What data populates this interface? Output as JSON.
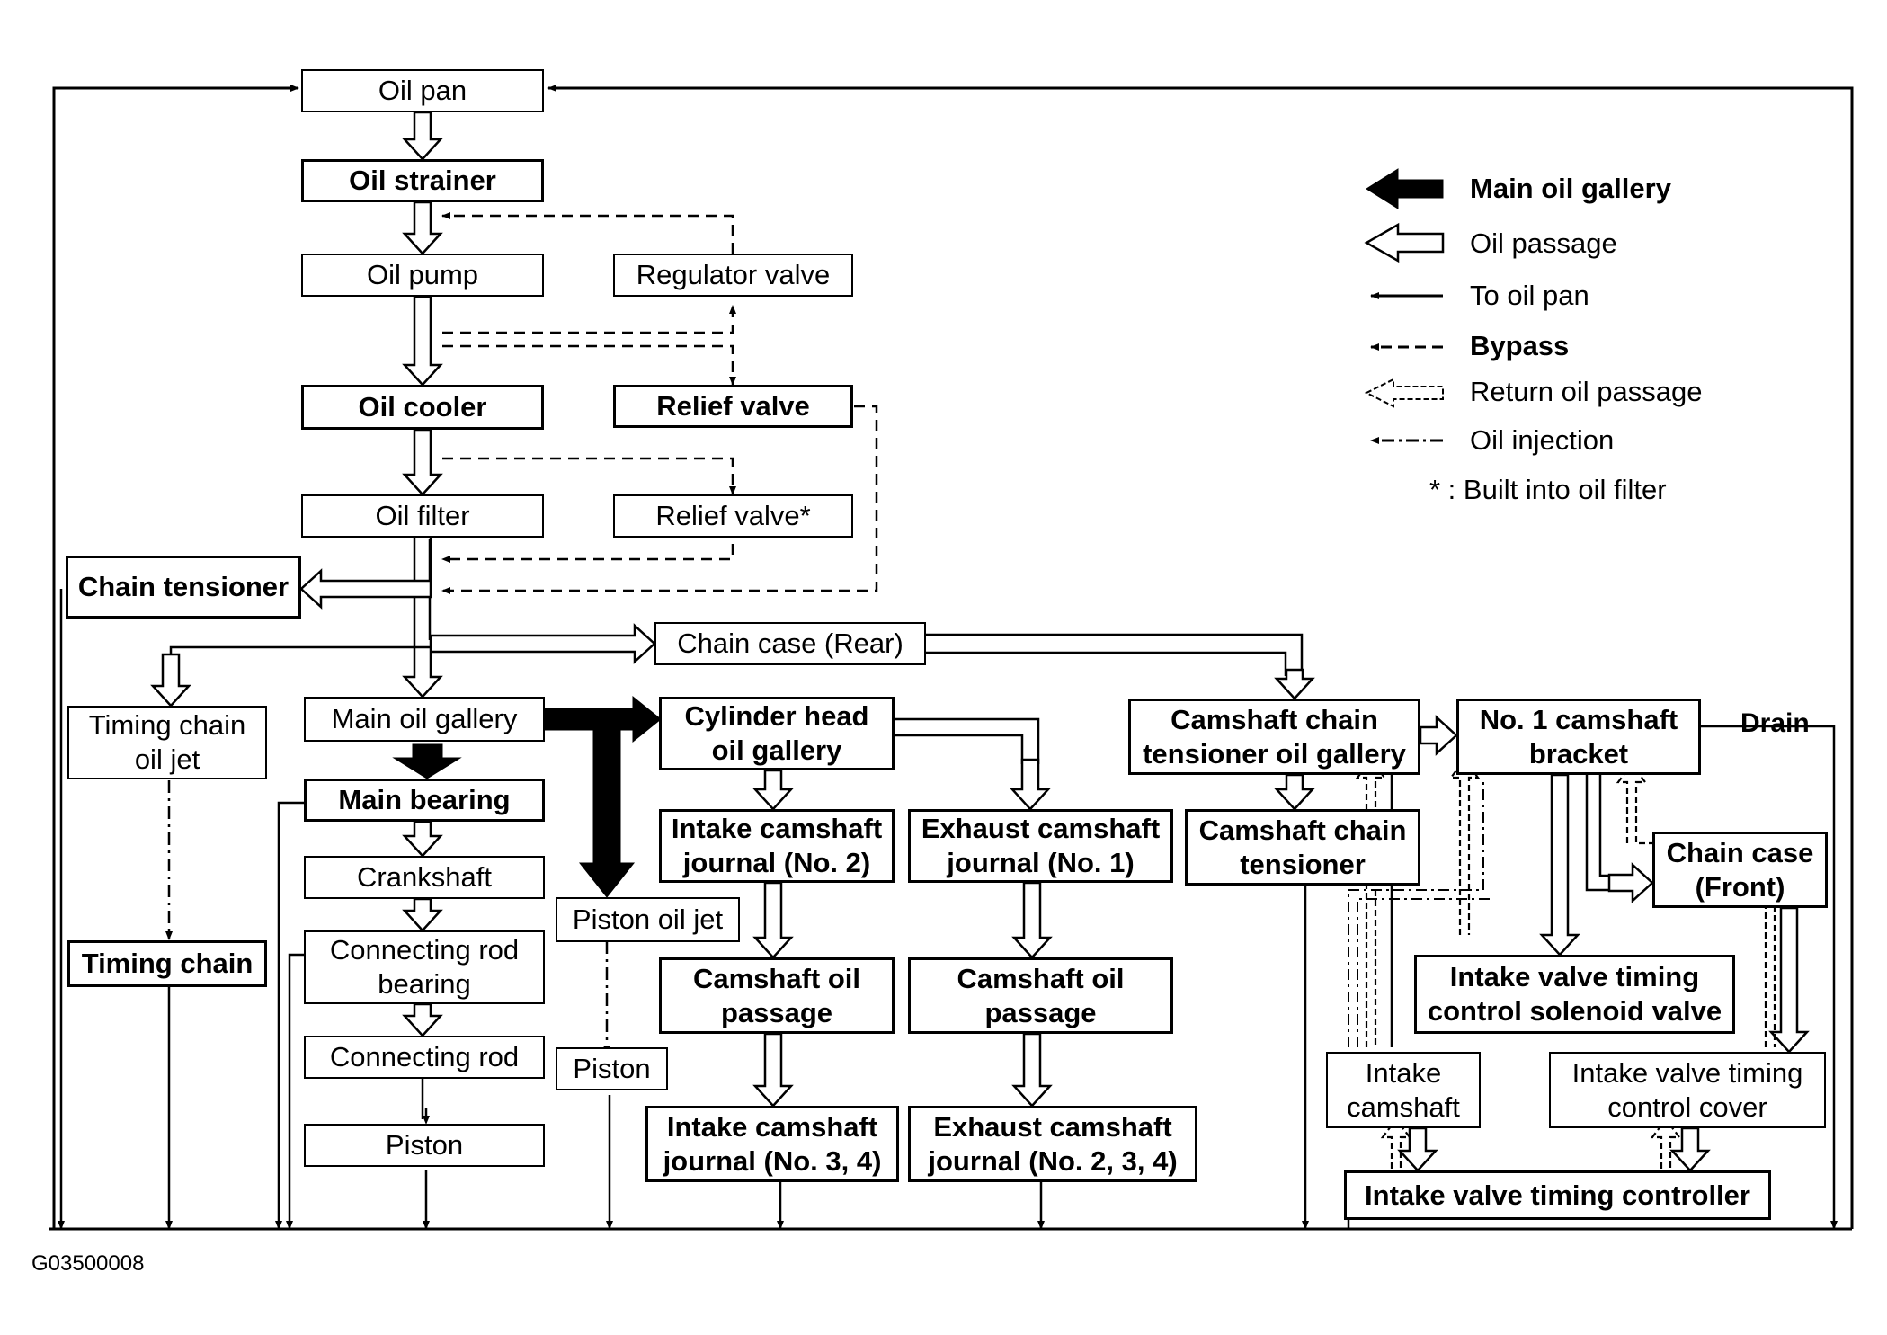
{
  "boxes": {
    "oil_pan": "Oil pan",
    "oil_strainer": "Oil strainer",
    "oil_pump": "Oil pump",
    "regulator_valve": "Regulator valve",
    "oil_cooler": "Oil cooler",
    "relief_valve_1": "Relief valve",
    "oil_filter": "Oil filter",
    "relief_valve_2": "Relief valve*",
    "chain_tensioner": "Chain tensioner",
    "chain_case_rear": "Chain case (Rear)",
    "timing_chain_oil_jet": "Timing chain\noil jet",
    "timing_chain": "Timing chain",
    "main_oil_gallery": "Main oil gallery",
    "main_bearing": "Main bearing",
    "crankshaft": "Crankshaft",
    "connecting_rod_bearing": "Connecting rod\nbearing",
    "connecting_rod": "Connecting rod",
    "piston_main": "Piston",
    "piston_oil_jet": "Piston oil jet",
    "piston_jet": "Piston",
    "cylinder_head_oil_gallery": "Cylinder head\noil gallery",
    "intake_camshaft_journal_2": "Intake camshaft\njournal (No. 2)",
    "exhaust_camshaft_journal_1": "Exhaust camshaft\njournal (No. 1)",
    "camshaft_oil_passage_intake": "Camshaft oil\npassage",
    "camshaft_oil_passage_exhaust": "Camshaft oil\npassage",
    "intake_camshaft_journal_34": "Intake camshaft\njournal (No. 3, 4)",
    "exhaust_camshaft_journal_234": "Exhaust camshaft\njournal (No. 2, 3, 4)",
    "camshaft_chain_tensioner_oil_gallery": "Camshaft chain\ntensioner oil gallery",
    "camshaft_chain_tensioner": "Camshaft chain\ntensioner",
    "no1_camshaft_bracket": "No. 1 camshaft\nbracket",
    "chain_case_front": "Chain case\n(Front)",
    "ivt_control_solenoid_valve": "Intake valve timing\ncontrol solenoid valve",
    "intake_camshaft": "Intake\ncamshaft",
    "ivt_control_cover": "Intake valve timing\ncontrol cover",
    "ivt_controller": "Intake valve timing controller"
  },
  "drain_label": "Drain",
  "legend": {
    "main_oil_gallery": "Main oil gallery",
    "oil_passage": "Oil passage",
    "to_oil_pan": "To oil pan",
    "bypass": "Bypass",
    "return_oil_passage": "Return oil passage",
    "oil_injection": "Oil injection",
    "note": "* : Built into oil filter"
  },
  "figure_id": "G03500008"
}
